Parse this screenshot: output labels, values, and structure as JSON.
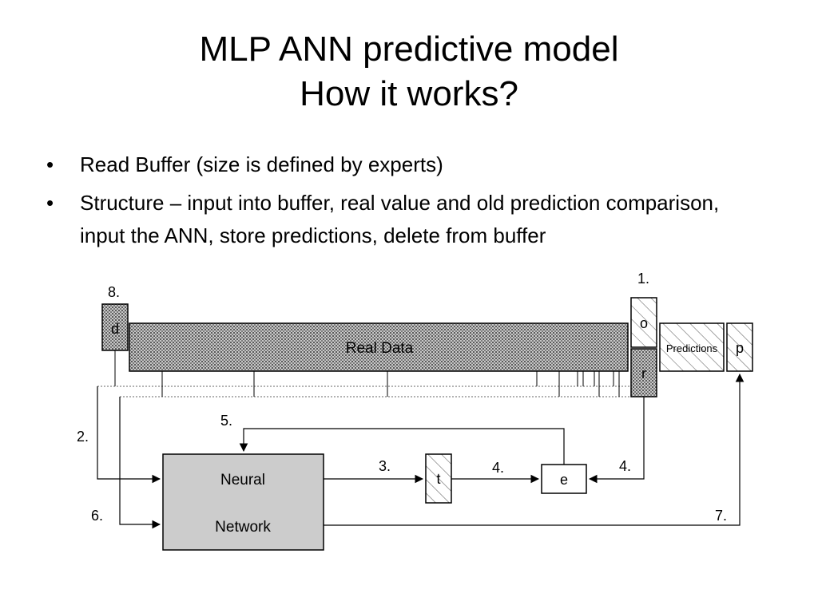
{
  "slide": {
    "title_line1": "MLP ANN predictive model",
    "title_line2": "How it works?",
    "bullets": [
      "Read Buffer (size is defined by experts)",
      "Structure – input into buffer, real value and old prediction comparison, input the ANN, store predictions, delete from buffer"
    ],
    "bullet_glyph": "•"
  },
  "diagram": {
    "real_data_label": "Real Data",
    "d_label": "d",
    "o_label": "o",
    "r_label": "r",
    "predictions_label": "Predictions",
    "p_label": "p",
    "nn_label_1": "Neural",
    "nn_label_2": "Network",
    "t_label": "t",
    "e_label": "e",
    "step_1": "1.",
    "step_2": "2.",
    "step_3": "3.",
    "step_4a": "4.",
    "step_4b": "4.",
    "step_5": "5.",
    "step_6": "6.",
    "step_7": "7.",
    "step_8": "8."
  },
  "colors": {
    "stipple_fill": "#9a9a9a",
    "nn_fill": "#cccccc",
    "line": "#000000"
  }
}
